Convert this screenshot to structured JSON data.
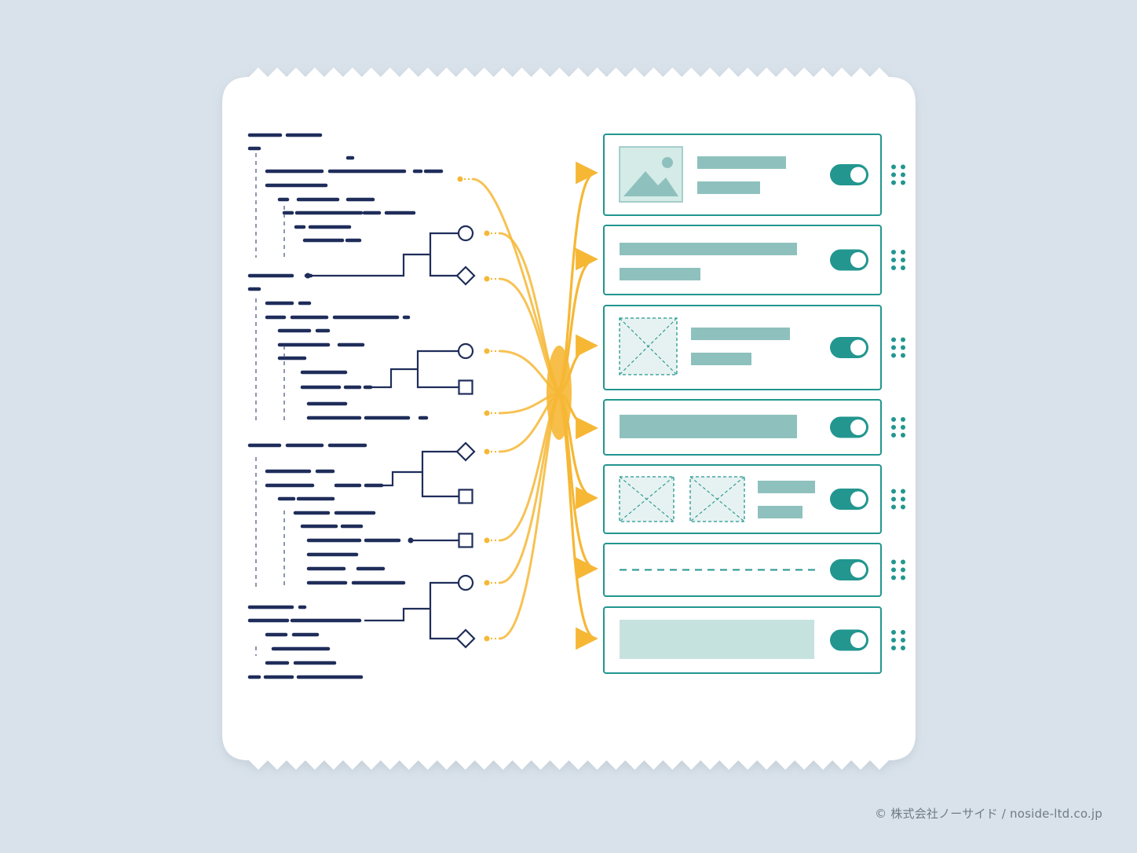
{
  "credit": "© 株式会社ノーサイド / noside-ltd.co.jp",
  "colors": {
    "background": "#d9e2ea",
    "paper": "#ffffff",
    "code": "#1f2d5a",
    "flow": "#f6b735",
    "teal": "#22968f",
    "teal_light": "#8ec1bd",
    "teal_pale": "#c6e2df"
  },
  "icons": [
    "circle-node-icon",
    "diamond-node-icon",
    "square-node-icon",
    "image-placeholder-icon",
    "empty-image-placeholder-icon",
    "toggle-on-icon",
    "drag-handle-icon"
  ],
  "components": [
    {
      "type": "image-text"
    },
    {
      "type": "text"
    },
    {
      "type": "placeholder-text"
    },
    {
      "type": "bar"
    },
    {
      "type": "double-placeholder-text"
    },
    {
      "type": "divider"
    },
    {
      "type": "block"
    }
  ],
  "toggles": [
    true,
    true,
    true,
    true,
    true,
    true,
    true
  ]
}
